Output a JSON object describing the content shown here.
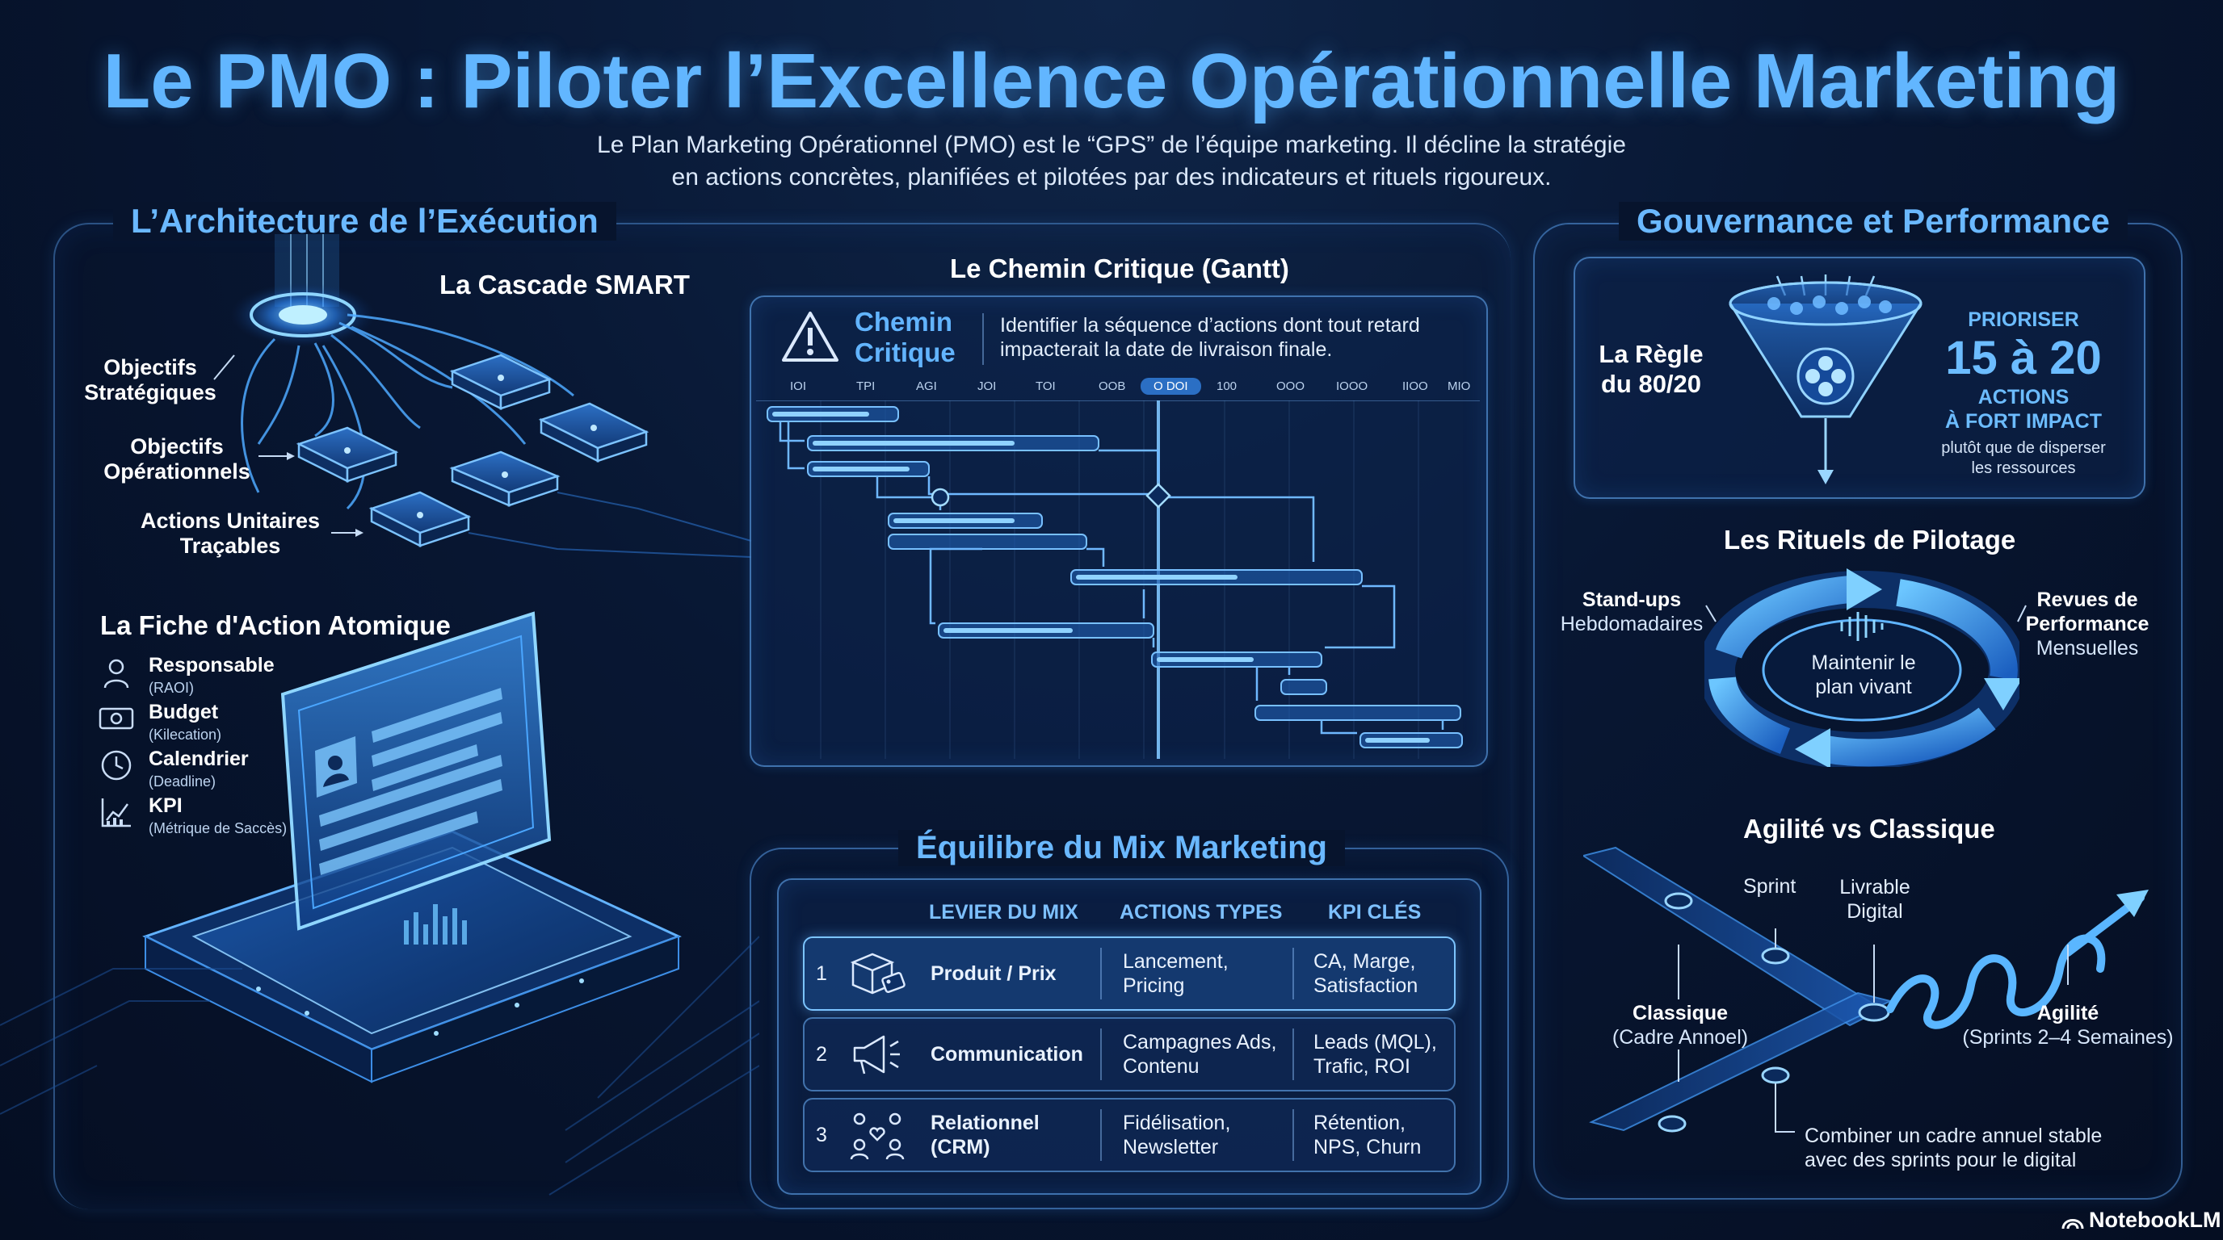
{
  "header": {
    "title": "Le PMO : Piloter l’Excellence Opérationnelle Marketing",
    "subtitle_line1": "Le Plan Marketing Opérationnel (PMO) est le “GPS” de l’équipe marketing. Il décline la stratégie",
    "subtitle_line2": "en actions concrètes, planifiées et pilotées par des indicateurs et rituels rigoureux."
  },
  "architecture": {
    "title": "L’Architecture de l’Exécution",
    "cascade": {
      "title": "La Cascade SMART",
      "levels": [
        {
          "line1": "Objectifs",
          "line2": "Stratégiques"
        },
        {
          "line1": "Objectifs",
          "line2": "Opérationnels"
        },
        {
          "line1": "Actions Unitaires",
          "line2": "Traçables"
        }
      ]
    },
    "fiche": {
      "title": "La Fiche d'Action Atomique",
      "items": [
        {
          "icon": "person-icon",
          "label": "Responsable",
          "sub": "(RAOI)"
        },
        {
          "icon": "money-icon",
          "label": "Budget",
          "sub": "(Kilecation)"
        },
        {
          "icon": "clock-icon",
          "label": "Calendrier",
          "sub": "(Deadline)"
        },
        {
          "icon": "chart-icon",
          "label": "KPI",
          "sub": "(Métrique de Saccès)"
        }
      ]
    }
  },
  "gantt": {
    "title": "Le Chemin Critique (Gantt)",
    "label_line1": "Chemin",
    "label_line2": "Critique",
    "desc_line1": "Identifier la séquence d’actions dont tout retard",
    "desc_line2": "impacterait la date de livraison finale.",
    "timeline": [
      "IOI",
      "TPI",
      "AGI",
      "JOI",
      "TOI",
      "OOB",
      "O DOI",
      "100",
      "OOO",
      "IOOO",
      "IIOO",
      "MIO"
    ]
  },
  "mix": {
    "title": "Équilibre du Mix Marketing",
    "headers": [
      "LEVIER DU MIX",
      "ACTIONS TYPES",
      "KPI CLÉS"
    ],
    "rows": [
      {
        "num": "1",
        "icon": "box-icon",
        "levier": "Produit / Prix",
        "levier2": "",
        "actions1": "Lancement,",
        "actions2": "Pricing",
        "kpi1": "CA, Marge,",
        "kpi2": "Satisfaction"
      },
      {
        "num": "2",
        "icon": "megaphone-icon",
        "levier": "Communication",
        "levier2": "",
        "actions1": "Campagnes Ads,",
        "actions2": "Contenu",
        "kpi1": "Leads (MQL),",
        "kpi2": "Trafic, ROI"
      },
      {
        "num": "3",
        "icon": "people-icon",
        "levier": "Relationnel",
        "levier2": "(CRM)",
        "actions1": "Fidélisation,",
        "actions2": "Newsletter",
        "kpi1": "Rétention,",
        "kpi2": "NPS, Churn"
      }
    ]
  },
  "gouvernance": {
    "title": "Gouvernance et Performance",
    "regle": {
      "line1": "La Règle",
      "line2": "du 80/20"
    },
    "prioriser": {
      "label": "PRIORISER",
      "value": "15 à 20",
      "line1": "ACTIONS",
      "line2": "À FORT IMPACT",
      "note1": "plutôt que de disperser",
      "note2": "les ressources"
    },
    "rituels": {
      "title": "Les Rituels de Pilotage",
      "left1": "Stand-ups",
      "left2": "Hebdomadaires",
      "right1": "Revues de",
      "right2": "Performance",
      "right3": "Mensuelles",
      "center1": "Maintenir le",
      "center2": "plan vivant"
    },
    "agilite": {
      "title": "Agilité vs Classique",
      "sprint": "Sprint",
      "livrable1": "Livrable",
      "livrable2": "Digital",
      "classique1": "Classique",
      "classique2": "(Cadre Annoel)",
      "agilite1": "Agilité",
      "agilite2": "(Sprints 2–4 Semaines)",
      "note1": "Combiner un cadre annuel stable",
      "note2": "avec des sprints pour le digital"
    }
  },
  "brand": "NotebookLM"
}
